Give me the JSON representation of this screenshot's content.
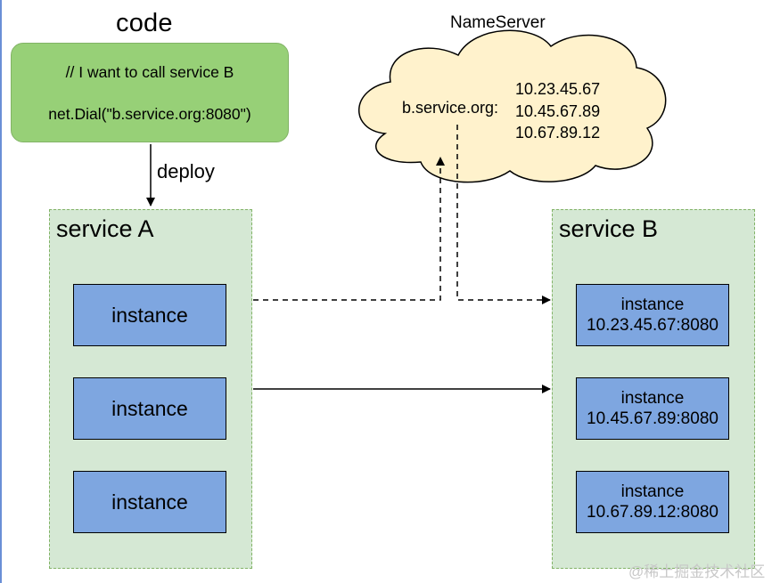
{
  "code": {
    "title": "code",
    "line1": "// I want to call service B",
    "line2": "net.Dial(\"b.service.org:8080\")"
  },
  "deploy_label": "deploy",
  "nameserver": {
    "title": "NameServer",
    "host": "b.service.org:",
    "ips": [
      "10.23.45.67",
      "10.45.67.89",
      "10.67.89.12"
    ]
  },
  "service_a": {
    "title": "service A",
    "instances": [
      "instance",
      "instance",
      "instance"
    ]
  },
  "service_b": {
    "title": "service B",
    "instances": [
      {
        "label": "instance",
        "address": "10.23.45.67:8080"
      },
      {
        "label": "instance",
        "address": "10.45.67.89:8080"
      },
      {
        "label": "instance",
        "address": "10.67.89.12:8080"
      }
    ]
  },
  "watermark": "@稀土掘金技术社区",
  "colors": {
    "code_fill": "#97d077",
    "group_fill": "#d5e8d4",
    "instance_fill": "#7ea6e0",
    "cloud_fill": "#fff2cc"
  }
}
